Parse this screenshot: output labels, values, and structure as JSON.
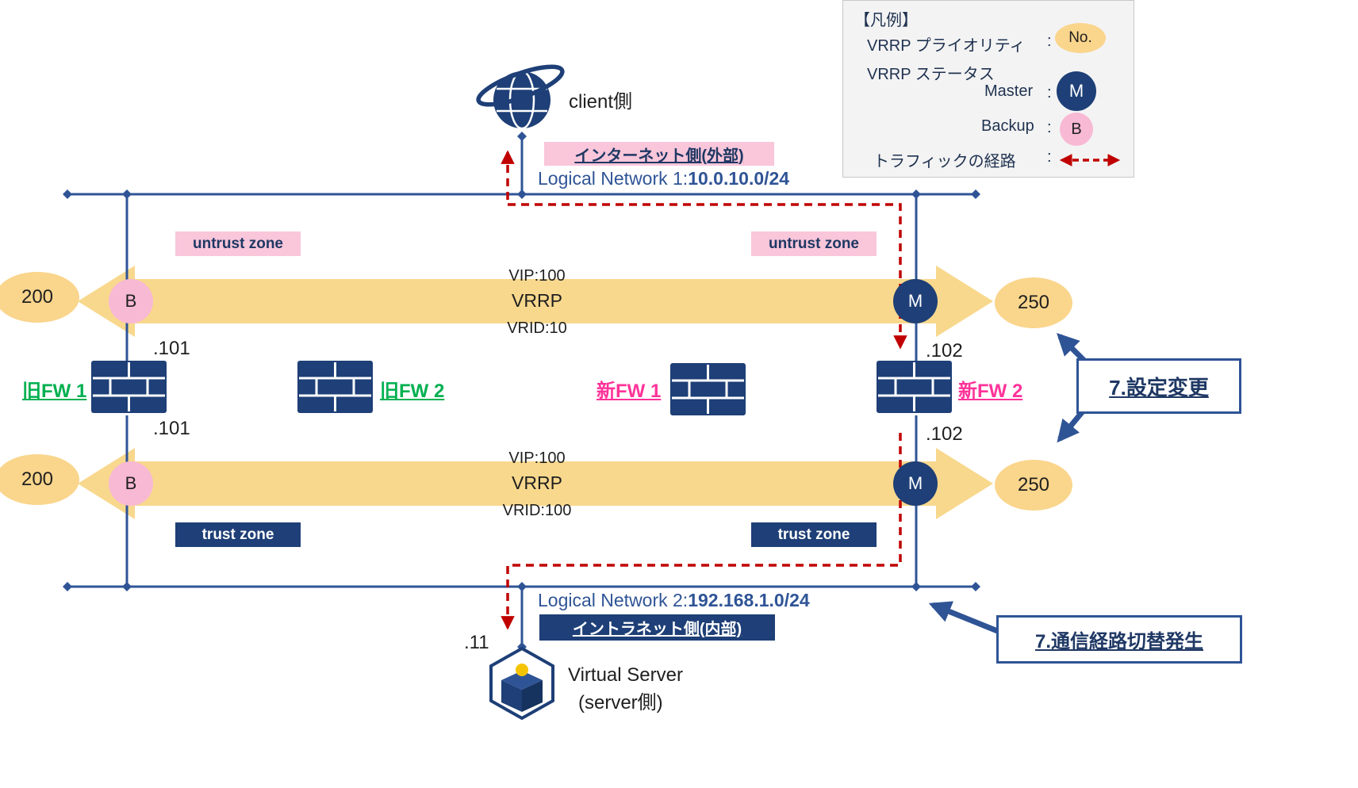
{
  "client": {
    "label": "client側"
  },
  "legend": {
    "title": "【凡例】",
    "priority_label": "VRRP プライオリティ",
    "priority_value": "No.",
    "status_label": "VRRP ステータス",
    "master_label": "Master",
    "master_value": "M",
    "backup_label": "Backup",
    "backup_value": "B",
    "traffic_label": "トラフィックの経路",
    "colon": ":"
  },
  "network_top": {
    "banner": "インターネット側(外部)",
    "name": "Logical Network 1:",
    "cidr": "10.0.10.0/24"
  },
  "network_bottom": {
    "banner": "イントラネット側(内部)",
    "name": "Logical Network 2:",
    "cidr": "192.168.1.0/24"
  },
  "zones": {
    "untrust_left": "untrust zone",
    "untrust_right": "untrust zone",
    "trust_left": "trust zone",
    "trust_right": "trust zone"
  },
  "vrrp_top": {
    "vip": "VIP:100",
    "label": "VRRP",
    "vrid": "VRID:10",
    "left_priority": "200",
    "right_priority": "250",
    "left_status": "B",
    "right_status": "M"
  },
  "vrrp_bottom": {
    "vip": "VIP:100",
    "label": "VRRP",
    "vrid": "VRID:100",
    "left_priority": "200",
    "right_priority": "250",
    "left_status": "B",
    "right_status": "M"
  },
  "firewalls": {
    "old1": "旧FW 1",
    "old2": "旧FW 2",
    "new1": "新FW 1",
    "new2": "新FW 2"
  },
  "ips": {
    "old_top": ".101",
    "old_bottom": ".101",
    "new_top": ".102",
    "new_bottom": ".102",
    "server": ".11"
  },
  "server": {
    "name": "Virtual Server",
    "sub": "(server側)"
  },
  "callouts": {
    "config": "7.設定変更",
    "switch": "7.通信経路切替発生"
  },
  "colors": {
    "navy": "#1E3F77",
    "line_blue": "#2F5496",
    "band_orange": "#F8D88D",
    "oval_orange": "#FAD58C",
    "status_pink": "#F8B9D4",
    "zone_pink": "#F9C6DA",
    "traffic_red": "#C00000",
    "old_fw_green": "#00B050",
    "new_fw_magenta": "#FF3399"
  }
}
